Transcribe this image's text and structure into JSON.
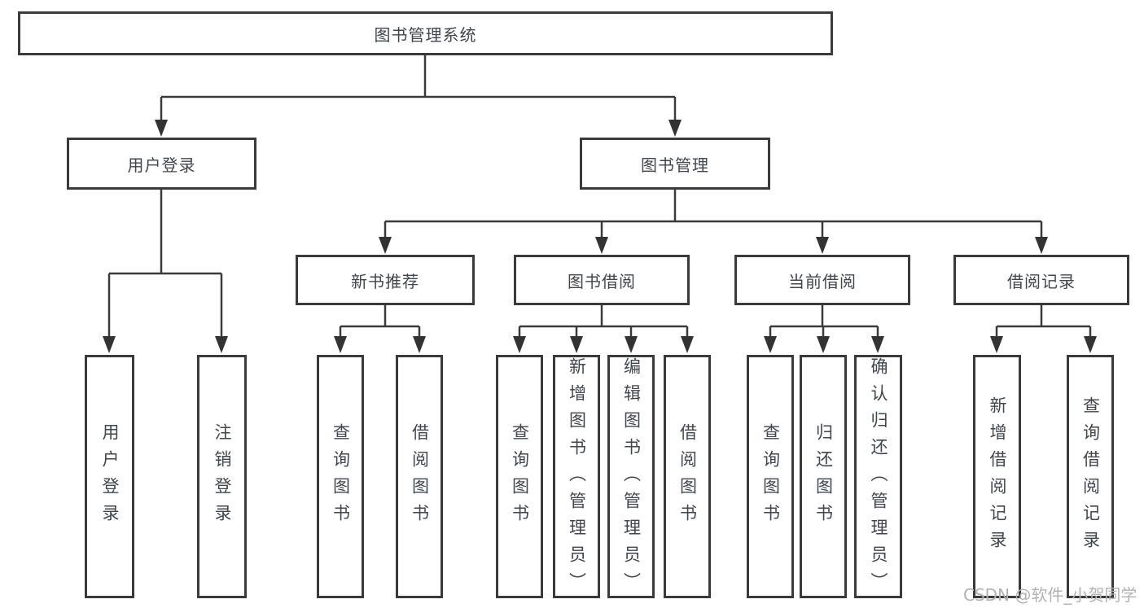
{
  "diagram": {
    "root": {
      "label": "图书管理系统"
    },
    "branches": [
      {
        "label": "用户登录",
        "children": [
          {
            "label": "用户登录"
          },
          {
            "label": "注销登录"
          }
        ]
      },
      {
        "label": "图书管理",
        "groups": [
          {
            "label": "新书推荐",
            "children": [
              {
                "label": "查询图书"
              },
              {
                "label": "借阅图书"
              }
            ]
          },
          {
            "label": "图书借阅",
            "children": [
              {
                "label": "查询图书"
              },
              {
                "label": "新增图书（管理员）"
              },
              {
                "label": "编辑图书（管理员）"
              },
              {
                "label": "借阅图书"
              }
            ]
          },
          {
            "label": "当前借阅",
            "children": [
              {
                "label": "查询图书"
              },
              {
                "label": "归还图书"
              },
              {
                "label": "确认归还（管理员）"
              }
            ]
          },
          {
            "label": "借阅记录",
            "children": [
              {
                "label": "新增借阅记录"
              },
              {
                "label": "查询借阅记录"
              }
            ]
          }
        ]
      }
    ],
    "watermark": "CSDN @软件_小贺同学",
    "colors": {
      "line": "#3a3a3a",
      "text": "#40464d",
      "watermark": "#b2b2b2"
    }
  }
}
